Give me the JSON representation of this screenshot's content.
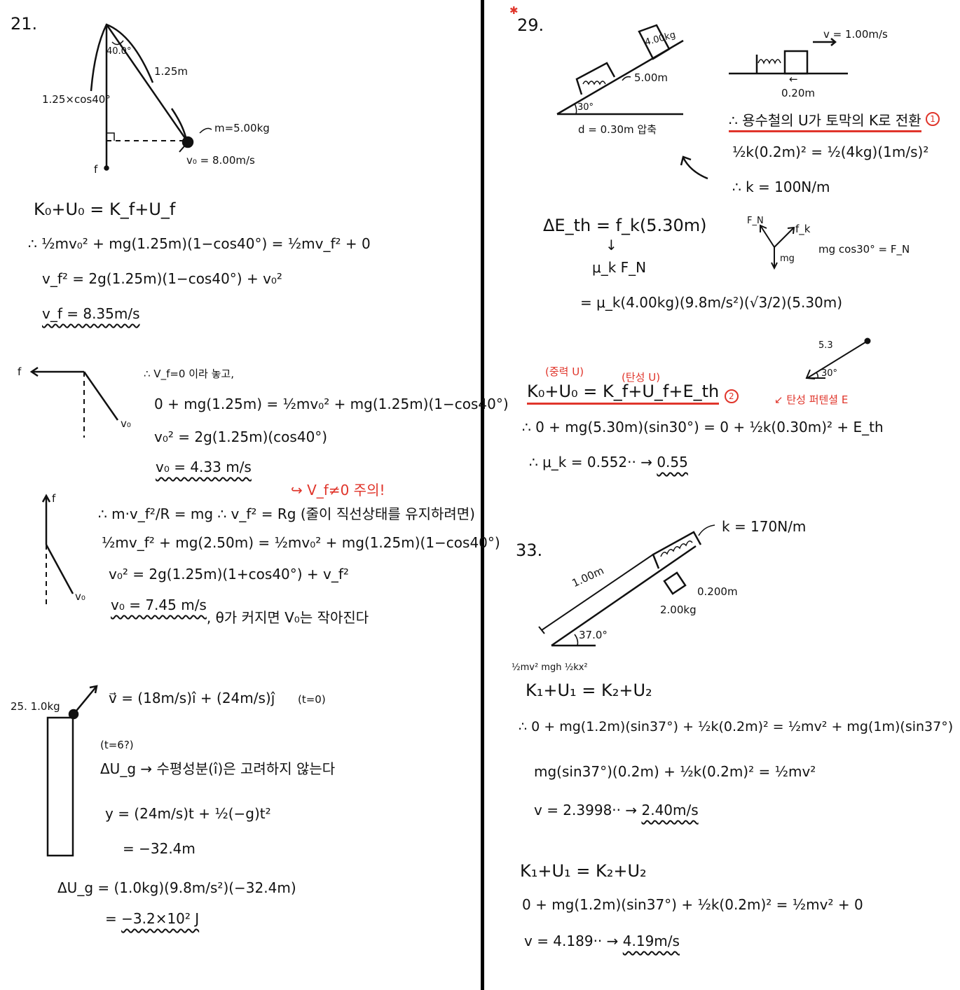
{
  "p21": {
    "number": "21.",
    "diagram": {
      "angle": "40.0°",
      "length": "1.25m",
      "height": "1.25×cos40°",
      "mass": "m=5.00kg",
      "v0": "v₀ = 8.00m/s",
      "f": "f"
    },
    "lines": [
      "K₀+U₀ = K_f+U_f",
      "∴ ½mv₀² + mg(1.25m)(1−cos40°) = ½mv_f² + 0",
      "v_f² = 2g(1.25m)(1−cos40°) + v₀²"
    ],
    "answer": "v_f = 8.35m/s",
    "part_b": {
      "f": "f",
      "v0": "v₀",
      "note": "∴ V_f=0 이라 놓고,",
      "lines": [
        "0 + mg(1.25m) = ½mv₀² + mg(1.25m)(1−cos40°)",
        "v₀² = 2g(1.25m)(cos40°)"
      ],
      "answer": "v₀ = 4.33 m/s"
    },
    "part_c": {
      "f": "f",
      "v0": "v₀",
      "warning": "↪ V_f≠0 주의!",
      "lines": [
        "∴ m·v_f²/R = mg   ∴ v_f² = Rg (줄이 직선상태를 유지하려면)",
        "½mv_f² + mg(2.50m) = ½mv₀² + mg(1.25m)(1−cos40°)",
        "v₀² = 2g(1.25m)(1+cos40°) + v_f²"
      ],
      "answer": "v₀ = 7.45 m/s",
      "conclusion": ", θ가 커지면 V₀는 작아진다"
    }
  },
  "p25": {
    "number": "25.  1.0kg",
    "velocity": "v⃗ = (18m/s)î + (24m/s)ĵ",
    "t0": "(t=0)",
    "t6": "(t=6?)",
    "note": "ΔU_g → 수평성분(î)은 고려하지 않는다",
    "lines": [
      "y = (24m/s)t + ½(−g)t²",
      "= −32.4m",
      "ΔU_g = (1.0kg)(9.8m/s²)(−32.4m)"
    ],
    "answer_prefix": "=",
    "answer": "−3.2×10² J"
  },
  "p29": {
    "number": "29.",
    "star": "✱",
    "diagram": {
      "mass": "4.00kg",
      "distance": "5.00m",
      "angle": "30°",
      "compression": "d = 0.30m 압축",
      "speed": "v = 1.00m/s",
      "arrow": "←",
      "compression2": "0.20m"
    },
    "spring_note": "∴ 용수철의 U가 토막의 K로 전환",
    "marker1": "1",
    "lines_k": [
      "½k(0.2m)² = ½(4kg)(1m/s)²",
      "∴ k = 100N/m"
    ],
    "eth": "ΔE_th = f_k(5.30m)",
    "down_arrow": "↓",
    "muk": "μ_k F_N",
    "fbd": {
      "fn": "F_N",
      "fk": "f_k",
      "mg": "mg"
    },
    "normal": "mg cos30° = F_N",
    "eth_expand": "= μ_k(4.00kg)(9.8m/s²)(√3/2)(5.30m)",
    "small_diagram": {
      "length": "5.3",
      "angle": "30°"
    },
    "label_grav": "(중력 U)",
    "label_elastic": "(탄성 U)",
    "energy_eq": "K₀+U₀ = K_f+U_f+E_th",
    "marker2": "2",
    "elastic_note": "↙ 탄성 퍼텐셜 E",
    "eq2": "∴ 0 + mg(5.30m)(sin30°) = 0 + ½k(0.30m)² + E_th",
    "result_prefix": "∴ μ_k = 0.552··  →",
    "answer": "0.55"
  },
  "p33": {
    "number": "33.",
    "diagram": {
      "k": "k = 170N/m",
      "length": "1.00m",
      "compression": "0.200m",
      "mass": "2.00kg",
      "angle": "37.0°"
    },
    "hint": "½mv²   mgh  ½kx²",
    "lines": [
      "K₁+U₁ = K₂+U₂",
      "∴ 0 + mg(1.2m)(sin37°) + ½k(0.2m)² = ½mv² + mg(1m)(sin37°)",
      "mg(sin37°)(0.2m) + ½k(0.2m)² = ½mv²"
    ],
    "result1_prefix": "v = 2.3998··  →",
    "answer1": "2.40m/s",
    "lines2": [
      "K₁+U₁ = K₂+U₂",
      "0 + mg(1.2m)(sin37°) + ½k(0.2m)² = ½mv² + 0"
    ],
    "result2_prefix": "v = 4.189··      →",
    "answer2": "4.19m/s"
  }
}
